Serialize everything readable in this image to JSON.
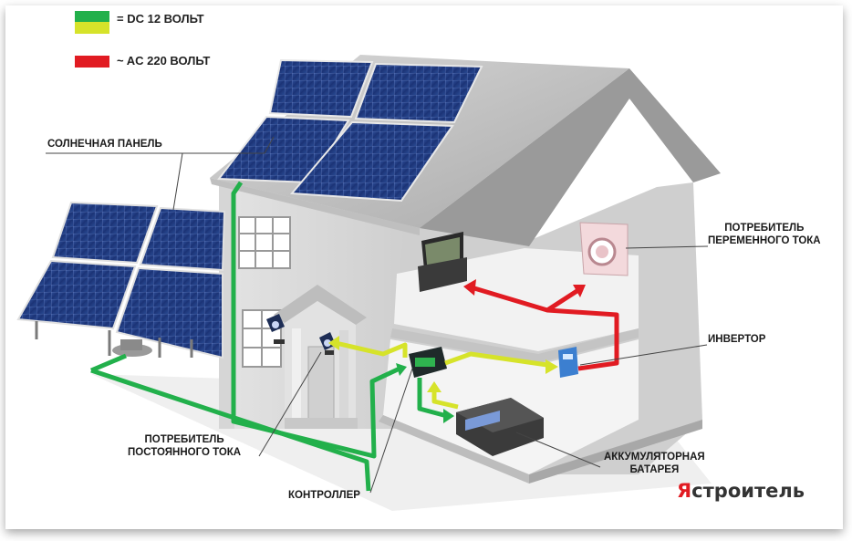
{
  "legend": {
    "dc_label": "= DC 12 ВОЛЬТ",
    "ac_label": "~ AC 220 ВОЛЬТ",
    "dc_colors": [
      "#22b04b",
      "#d6e32a"
    ],
    "ac_color": "#e11b22"
  },
  "labels": {
    "solar_panel": "СОЛНЕЧНАЯ ПАНЕЛЬ",
    "ac_consumer_line1": "ПОТРЕБИТЕЛЬ",
    "ac_consumer_line2": "ПЕРЕМЕННОГО ТОКА",
    "inverter": "ИНВЕРТОР",
    "dc_consumer_line1": "ПОТРЕБИТЕЛЬ",
    "dc_consumer_line2": "ПОСТОЯННОГО ТОКА",
    "controller": "КОНТРОЛЛЕР",
    "battery_line1": "АККУМУЛЯТОРНАЯ",
    "battery_line2": "БАТАРЕЯ"
  },
  "brand": {
    "first_letter": "Я",
    "rest": "строитель"
  }
}
